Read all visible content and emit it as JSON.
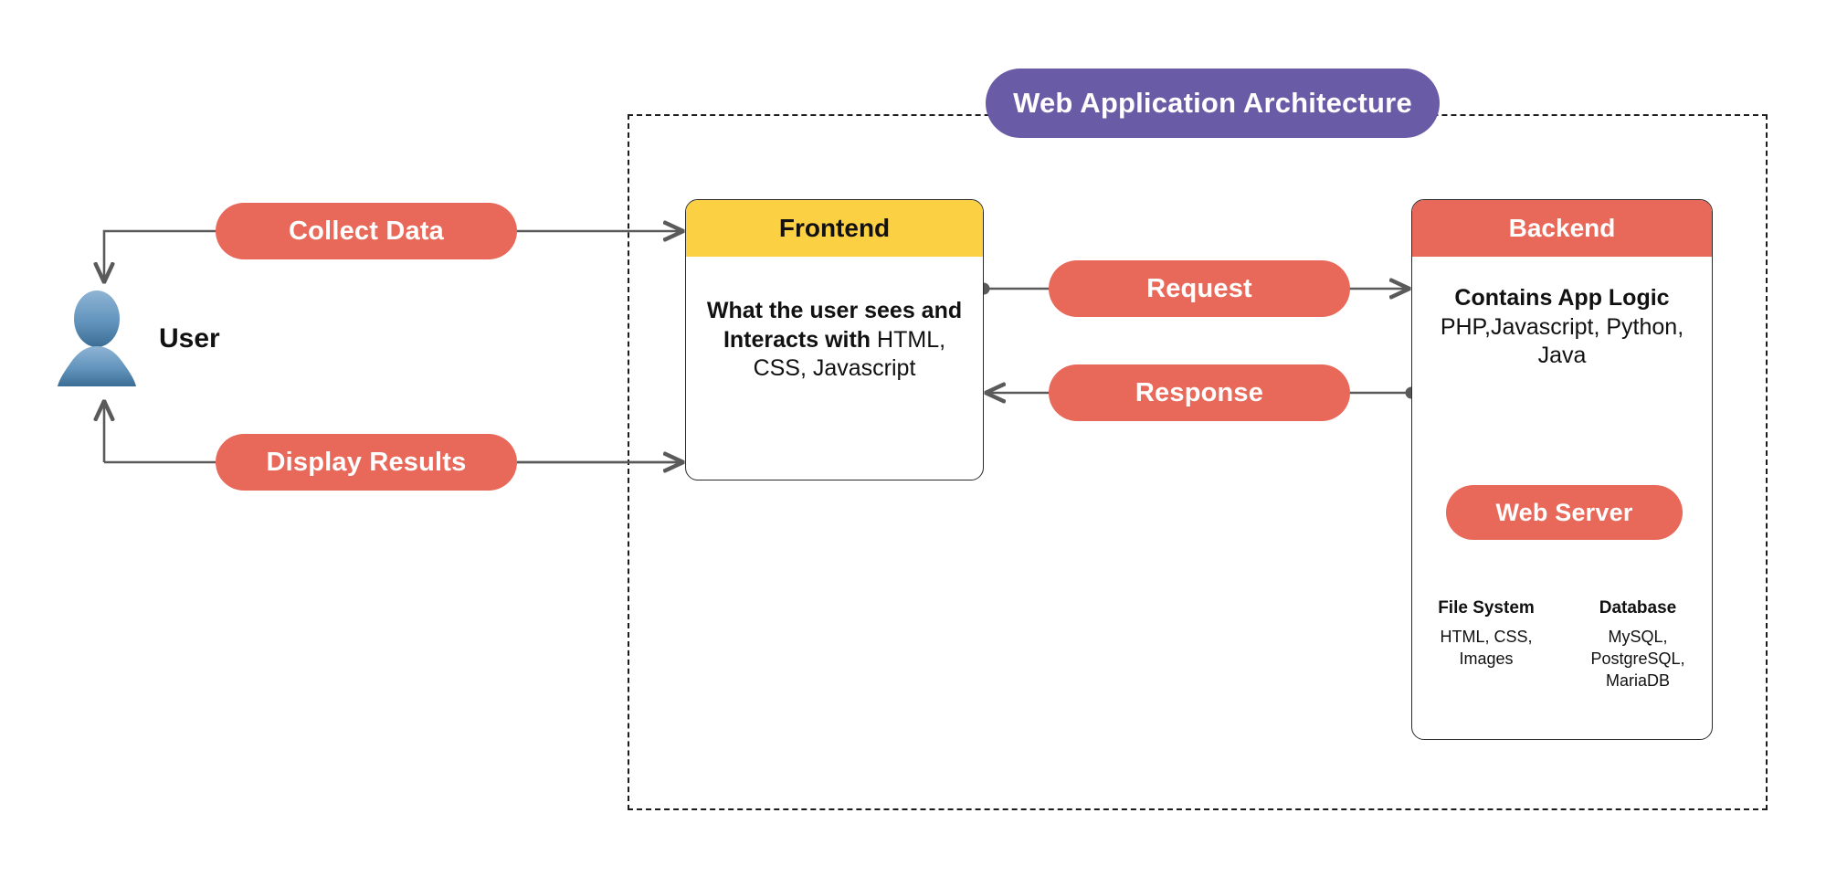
{
  "diagram": {
    "title": "Web Application Architecture",
    "user": {
      "label": "User",
      "icon": "user-avatar-icon"
    },
    "flows": {
      "collect_data": "Collect Data",
      "display_results": "Display Results",
      "request": "Request",
      "response": "Response"
    },
    "frontend": {
      "header": "Frontend",
      "body_bold": "What the user sees and Interacts with",
      "body_regular": "HTML, CSS, Javascript"
    },
    "backend": {
      "header": "Backend",
      "body_bold": "Contains App Logic",
      "body_regular": "PHP,Javascript, Python, Java",
      "web_server": "Web Server",
      "columns": [
        {
          "title": "File System",
          "items": "HTML, CSS, Images"
        },
        {
          "title": "Database",
          "items": "MySQL, PostgreSQL, MariaDB"
        }
      ]
    },
    "colors": {
      "title_purple": "#6a5ba6",
      "pill_coral": "#e8695a",
      "frontend_yellow": "#fcd043",
      "wire_gray": "#5a5a5a",
      "boundary_dash": "#1c1c1c",
      "avatar_blue_light": "#7fa9cd",
      "avatar_blue_dark": "#3c6d94"
    }
  }
}
